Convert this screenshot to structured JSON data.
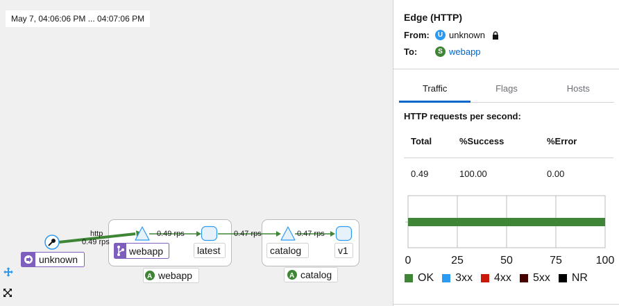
{
  "time_range": "May 7, 04:06:06 PM ... 04:07:06 PM",
  "graph": {
    "edges": {
      "unknown_label_protocol": "http",
      "unknown_label_rps": "0.49 rps",
      "webapp_inner_rps": "0.49 rps",
      "webapp_to_catalog_rps": "0.47 rps",
      "catalog_inner_rps": "0.47 rps"
    },
    "nodes": {
      "unknown": "unknown",
      "webapp_service": "webapp",
      "webapp_version": "latest",
      "webapp_app": "webapp",
      "catalog_service": "catalog",
      "catalog_version": "v1",
      "catalog_app": "catalog"
    },
    "app_badge": "A"
  },
  "panel": {
    "title": "Edge (HTTP)",
    "from_label": "From:",
    "from_badge": "U",
    "from_value": "unknown",
    "to_label": "To:",
    "to_badge": "S",
    "to_value": "webapp",
    "tabs": [
      "Traffic",
      "Flags",
      "Hosts"
    ],
    "active_tab": "Traffic",
    "requests_title": "HTTP requests per second:",
    "table": {
      "headers": [
        "Total",
        "%Success",
        "%Error"
      ],
      "values": [
        "0.49",
        "100.00",
        "0.00"
      ]
    }
  },
  "colors": {
    "ok": "#3e8635",
    "3xx": "#2b9af3",
    "4xx": "#c9190b",
    "5xx": "#470000",
    "nr": "#000000",
    "app_badge": "#3e8635",
    "from_badge": "#2b9af3",
    "to_badge": "#3e8635",
    "edge": "#3e8635",
    "service": "#7f5fbd"
  },
  "chart_data": {
    "type": "bar",
    "orientation": "horizontal",
    "categories": [
      ""
    ],
    "series": [
      {
        "name": "OK",
        "values": [
          100
        ]
      },
      {
        "name": "3xx",
        "values": [
          0
        ]
      },
      {
        "name": "4xx",
        "values": [
          0
        ]
      },
      {
        "name": "5xx",
        "values": [
          0
        ]
      },
      {
        "name": "NR",
        "values": [
          0
        ]
      }
    ],
    "xlim": [
      0,
      100
    ],
    "x_ticks": [
      "0",
      "25",
      "50",
      "75",
      "100"
    ],
    "grid": true,
    "legend_position": "bottom"
  }
}
